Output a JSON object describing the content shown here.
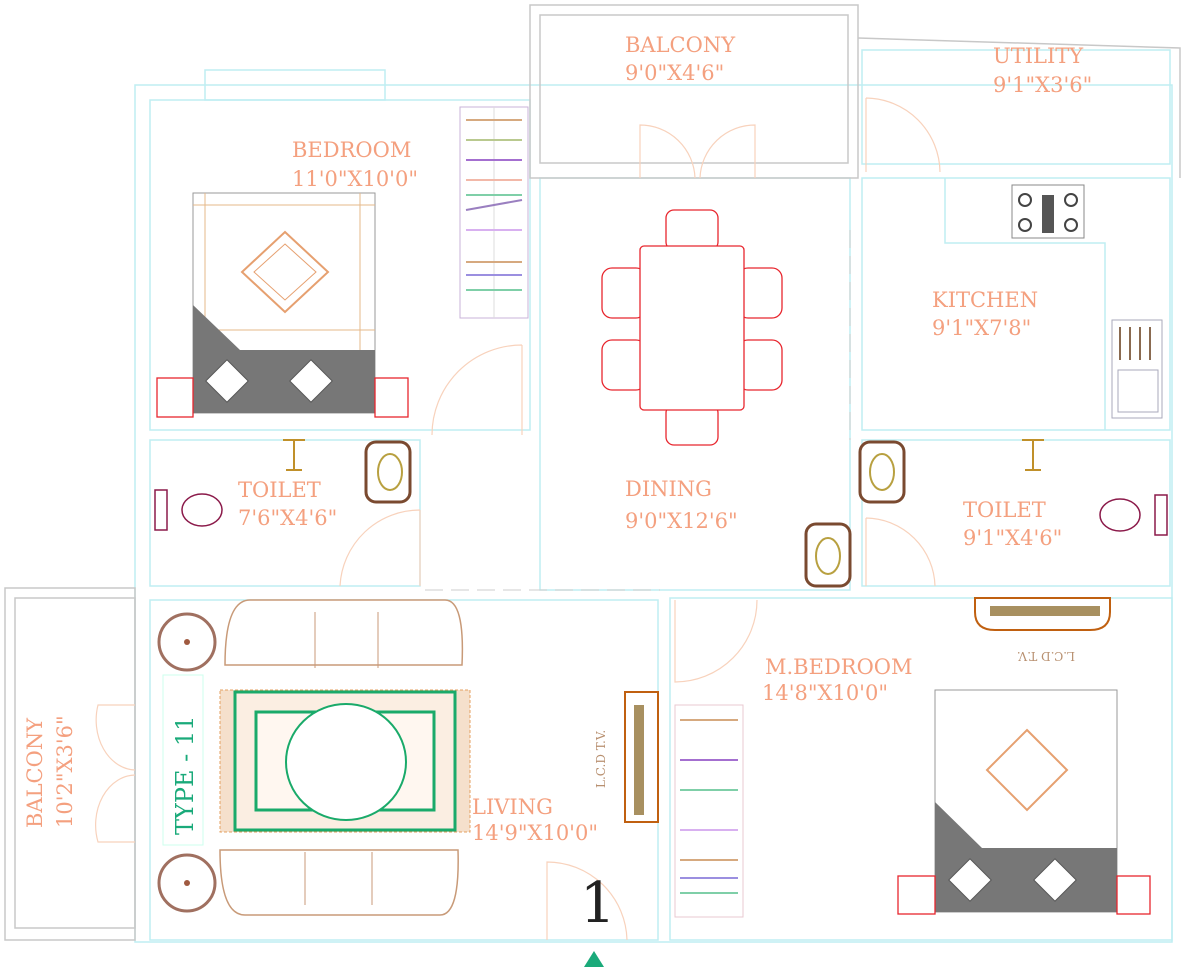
{
  "plan": {
    "unit_number": "1",
    "type_label": "TYPE - 11",
    "rooms": {
      "bedroom": {
        "name": "BEDROOM",
        "size": "11'0\"X10'0\""
      },
      "balcony_top": {
        "name": "BALCONY",
        "size": "9'0\"X4'6\""
      },
      "utility": {
        "name": "UTILITY",
        "size": "9'1\"X3'6\""
      },
      "kitchen": {
        "name": "KITCHEN",
        "size": "9'1\"X7'8\""
      },
      "toilet_left": {
        "name": "TOILET",
        "size": "7'6\"X4'6\""
      },
      "dining": {
        "name": "DINING",
        "size": "9'0\"X12'6\""
      },
      "toilet_right": {
        "name": "TOILET",
        "size": "9'1\"X4'6\""
      },
      "master_bedroom": {
        "name": "M.BEDROOM",
        "size": "14'8\"X10'0\""
      },
      "living": {
        "name": "LIVING",
        "size": "14'9\"X10'0\""
      },
      "balcony_left": {
        "name": "BALCONY",
        "size": "10'2\"X3'6\""
      }
    },
    "tv_label": "L.C.D T.V.",
    "colors": {
      "label": "#f4a07f",
      "wall": "#bfeef2",
      "accent": "#1aaa7a"
    }
  }
}
